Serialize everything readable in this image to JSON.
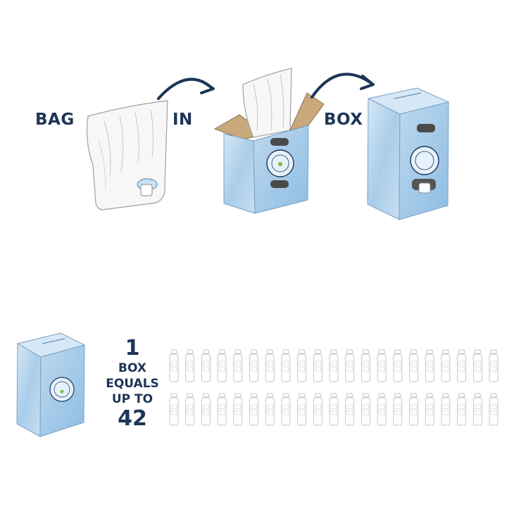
{
  "steps": {
    "bag": "BAG",
    "in": "IN",
    "box": "BOX"
  },
  "equivalence": {
    "count": "1",
    "line1": "BOX",
    "line2": "EQUALS",
    "line3": "UP TO",
    "bottles": "42"
  },
  "bottles_shown": 42,
  "colors": {
    "navy": "#1d3557",
    "box_blue": "#a9cdea",
    "box_blue_light": "#d6e8f6",
    "cardboard": "#c9a97c"
  },
  "icons": [
    "curved-arrow-icon",
    "bag-icon",
    "open-box-icon",
    "closed-box-icon",
    "bottle-icon"
  ]
}
